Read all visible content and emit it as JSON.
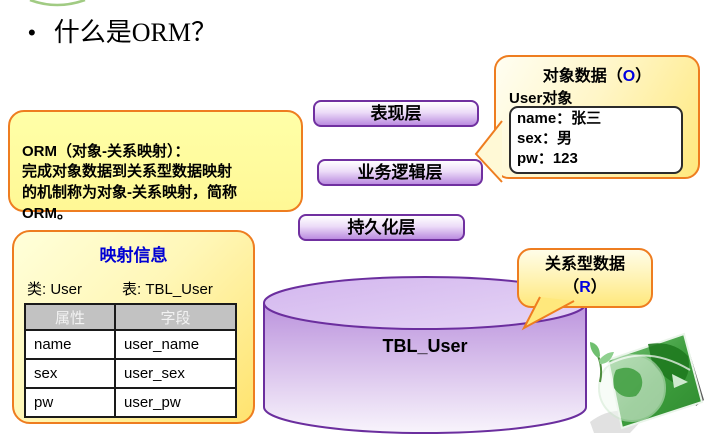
{
  "slide": {
    "bullet": "•",
    "title": "什么是ORM？"
  },
  "orm_box": {
    "text": "ORM（对象-关系映射）：\n完成对象数据到关系型数据映射\n的机制称为对象-关系映射，简称\nORM。"
  },
  "layers": [
    "表现层",
    "业务逻辑层",
    "持久化层"
  ],
  "object_callout": {
    "title_prefix": "对象数据（",
    "title_o": "O",
    "title_suffix": "）",
    "subtitle": "User对象",
    "fields": [
      "name：张三",
      "sex：男",
      "pw：123"
    ]
  },
  "mapping_box": {
    "title": "映射信息",
    "class_label": "类: User",
    "table_label": "表: TBL_User",
    "table": {
      "headers": [
        "属性",
        "字段"
      ],
      "rows": [
        [
          "name",
          "user_name"
        ],
        [
          "sex",
          "user_sex"
        ],
        [
          "pw",
          "user_pw"
        ]
      ]
    }
  },
  "cylinder": {
    "label": "TBL_User"
  },
  "relational_callout": {
    "line1": "关系型数据",
    "prefix": "（",
    "r": "R",
    "suffix": "）"
  },
  "colors": {
    "accent_blue": "#0000e0",
    "callout_border_orange": "#ee7d20",
    "callout_yellow": "#ffe87c",
    "layer_purple_border": "#7030a0",
    "layer_purple_fill": "#bb8ce0",
    "cylinder_purple": "#6b2e9e",
    "table_header_gray": "#c2c2c2",
    "decoration_green": "#3e9e3e"
  }
}
